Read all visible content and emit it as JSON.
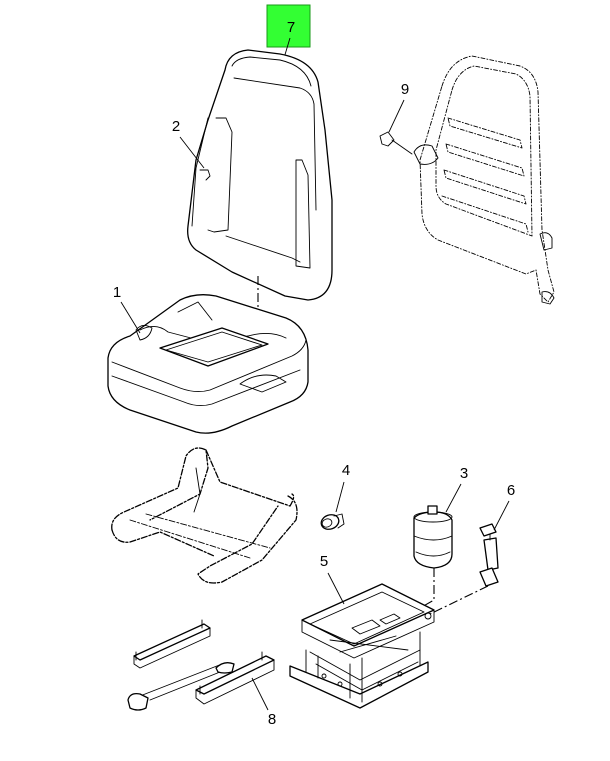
{
  "callouts": [
    {
      "id": "1",
      "label": "1"
    },
    {
      "id": "2",
      "label": "2"
    },
    {
      "id": "3",
      "label": "3"
    },
    {
      "id": "4",
      "label": "4"
    },
    {
      "id": "5",
      "label": "5"
    },
    {
      "id": "6",
      "label": "6"
    },
    {
      "id": "7",
      "label": "7",
      "highlighted": true
    },
    {
      "id": "8",
      "label": "8"
    },
    {
      "id": "9",
      "label": "9"
    }
  ],
  "colors": {
    "highlight": "#33ff33",
    "line": "#000000",
    "background": "#ffffff"
  }
}
